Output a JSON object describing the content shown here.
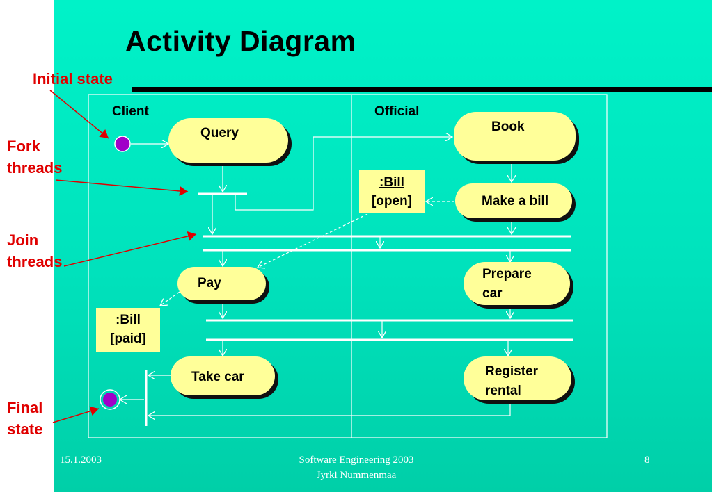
{
  "slide": {
    "title": "Activity Diagram",
    "footer": {
      "date": "15.1.2003",
      "course": "Software Engineering 2003",
      "author": "Jyrki Nummenmaa",
      "page": "8"
    }
  },
  "annotations": {
    "initial_state": "Initial state",
    "fork_threads": [
      "Fork",
      "threads"
    ],
    "join_threads": [
      "Join",
      "threads"
    ],
    "final_state": [
      "Final",
      "state"
    ]
  },
  "swimlanes": {
    "client": "Client",
    "official": "Official"
  },
  "activities": {
    "query": "Query",
    "book": "Book",
    "make_bill": "Make a bill",
    "pay": "Pay",
    "prepare_car": [
      "Prepare",
      "car"
    ],
    "take_car": "Take car",
    "register_rental": [
      "Register",
      "rental"
    ]
  },
  "objects": {
    "bill_open": {
      "name": ":Bill",
      "state": "[open]"
    },
    "bill_paid": {
      "name": ":Bill",
      "state": "[paid]"
    }
  },
  "colors": {
    "background": "#00e8c0",
    "activity_fill": "#ffff99",
    "initial_node": "#a000c8",
    "annotation_red": "#e00000",
    "flow_line": "#ffffff"
  }
}
